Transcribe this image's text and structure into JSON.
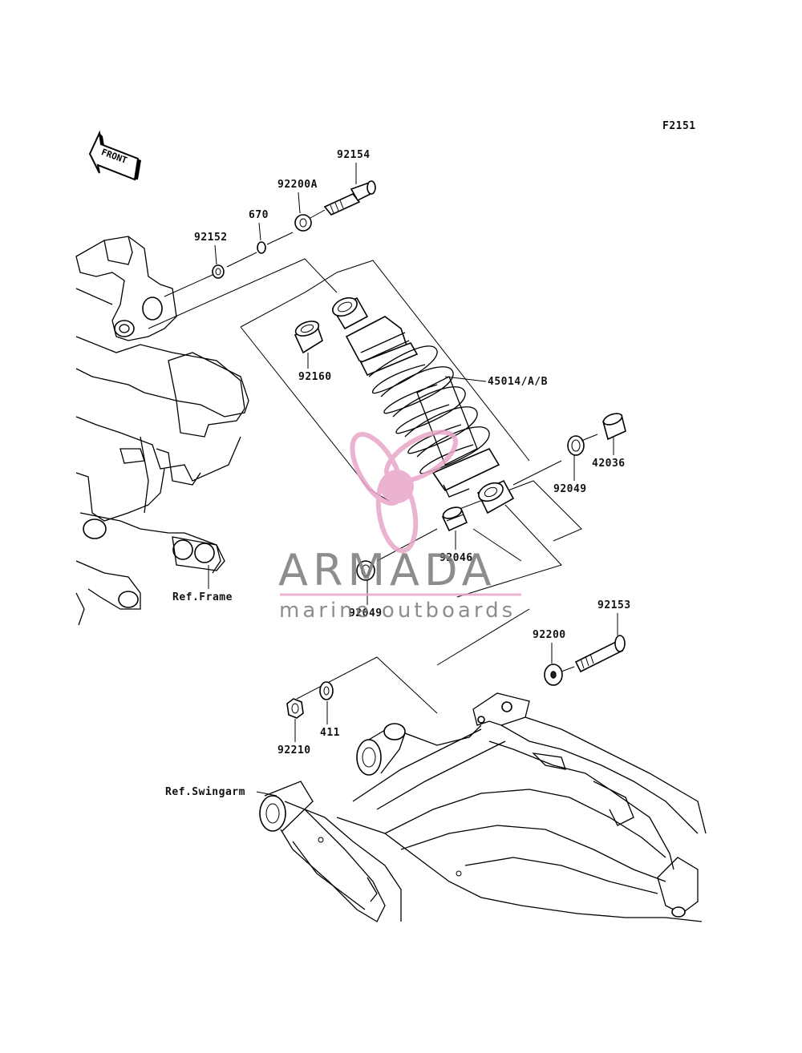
{
  "figure_code": "F2151",
  "front_label": "FRONT",
  "parts": {
    "p92154": "92154",
    "p92200A": "92200A",
    "p670": "670",
    "p92152": "92152",
    "p92160": "92160",
    "p45014": "45014/A/B",
    "p42036": "42036",
    "p92049_upper": "92049",
    "p92046": "92046",
    "p92049_lower": "92049",
    "p92153": "92153",
    "p92200": "92200",
    "p411": "411",
    "p92210": "92210"
  },
  "refs": {
    "frame": "Ref.Frame",
    "swingarm": "Ref.Swingarm"
  },
  "watermark": {
    "brand": "ARMADA",
    "tagline": "marine outboards",
    "color_pink": "#e8a6c8",
    "color_grey": "#7a7a7a"
  }
}
